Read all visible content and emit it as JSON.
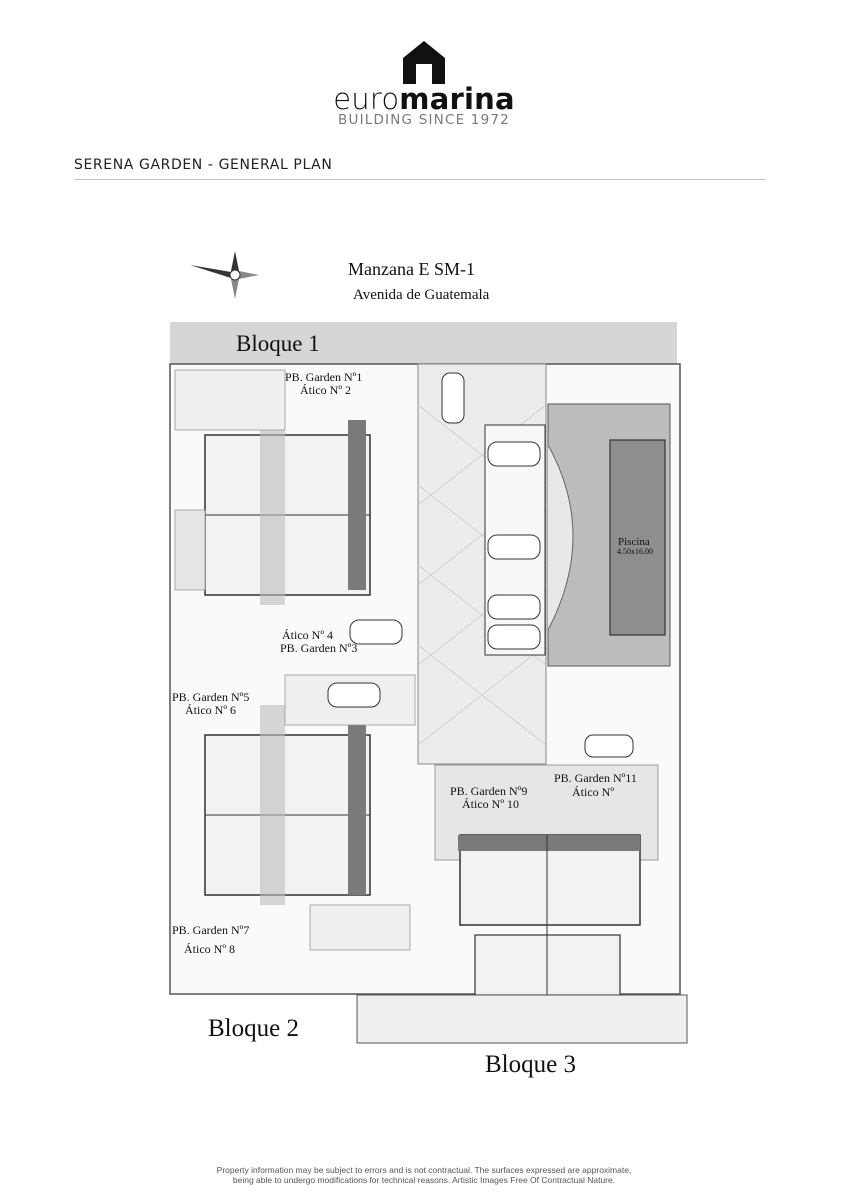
{
  "brand": {
    "name_light": "euro",
    "name_bold": "marina",
    "tagline": "BUILDING SINCE 1972",
    "logo_icon": "house-icon"
  },
  "page": {
    "title": "SERENA GARDEN - GENERAL PLAN"
  },
  "plan": {
    "header_line1": "Manzana E     SM-1",
    "header_line2": "Avenida de Guatemala",
    "blocks": [
      "Bloque 1",
      "Bloque 2",
      "Bloque 3"
    ],
    "units": [
      {
        "line1": "PB. Garden Nº1",
        "line2": "Ático Nº 2"
      },
      {
        "line1": "Ático Nº 4",
        "line2": "PB. Garden Nº3"
      },
      {
        "line1": "PB. Garden Nº5",
        "line2": "Ático Nº 6"
      },
      {
        "line1": "PB. Garden Nº7",
        "line2": "Ático Nº 8"
      },
      {
        "line1": "PB. Garden Nº9",
        "line2": "Ático Nº 10"
      },
      {
        "line1": "PB. Garden Nº11",
        "line2": "Ático Nº"
      }
    ],
    "pool_label": "Piscina",
    "pool_size": "4.50x16.00",
    "compass_icon": "compass-rose-icon"
  },
  "disclaimer": {
    "line1": "Property information may be subject to errors and is not contractual. The surfaces expressed are approximate,",
    "line2": "being able to undergo modifications for technical reasons. Artistic Images Free Of Contractual Nature."
  }
}
